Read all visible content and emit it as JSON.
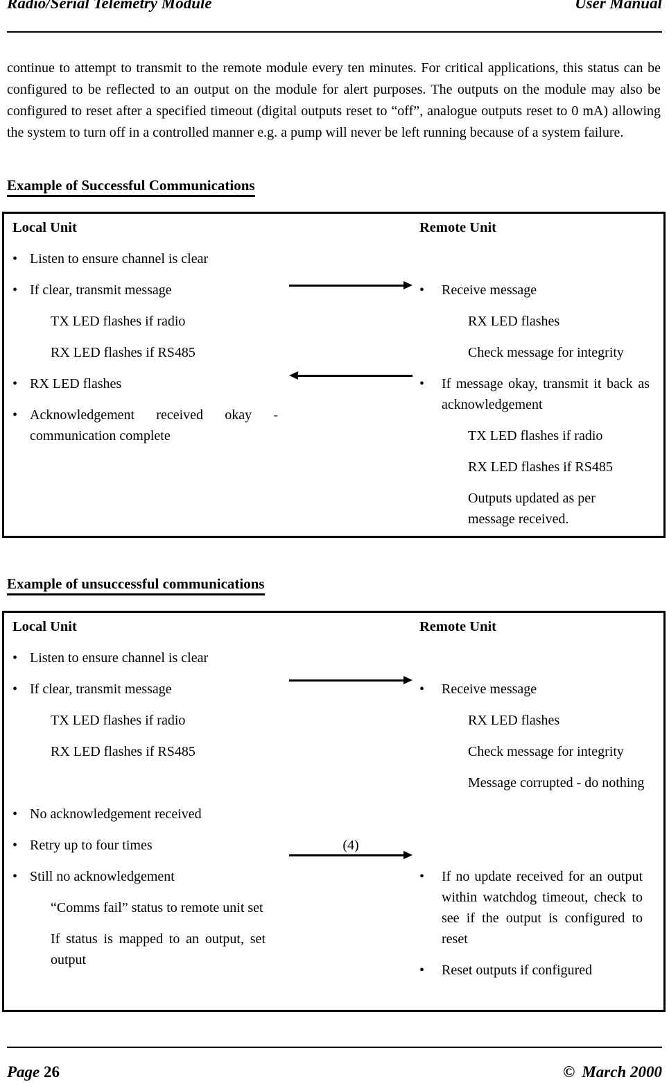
{
  "header": {
    "title": "Radio/Serial Telemetry Module",
    "doc_type": "User Manual"
  },
  "intro": "continue to attempt to transmit to the remote module every ten minutes.  For critical applications, this status can be configured to be reflected to an output on the module for alert purposes.  The outputs on the module may also be configured to reset after a specified timeout (digital outputs reset to “off”, analogue outputs reset to 0 mA)  allowing the system to turn off in a controlled manner e.g.  a pump will never be left running because of a system failure.",
  "successful": {
    "heading": "Example of Successful Communications",
    "local_title": "Local Unit",
    "remote_title": "Remote Unit",
    "local": {
      "listen": "Listen to ensure channel is clear",
      "transmit": "If clear, transmit message",
      "tx_led": "TX  LED flashes if radio",
      "rx_led_485": "RX LED flashes if RS485",
      "rx_led": "RX LED flashes",
      "ack": "Acknowledgement received okay - communication complete"
    },
    "remote": {
      "receive": "Receive message",
      "rx_led": "RX LED flashes",
      "check": "Check message for integrity",
      "if_okay": "If message okay, transmit it back as acknowledgement",
      "tx_led": "TX LED flashes if radio",
      "rx_led_485": "RX LED flashes if RS485",
      "outputs": "Outputs updated as per message received."
    }
  },
  "unsuccessful": {
    "heading": "Example of unsuccessful communications",
    "local_title": "Local Unit",
    "remote_title": "Remote Unit",
    "retry_count": "(4)",
    "local": {
      "listen": "Listen to ensure channel is clear",
      "transmit": "If clear, transmit message",
      "tx_led": "TX LED flashes if radio",
      "rx_led_485": "RX LED flashes if RS485",
      "no_ack": "No acknowledgement received",
      "retry": "Retry up to four times",
      "still_no_ack": "Still no acknowledgement",
      "comms_fail": "“Comms fail” status to remote unit set",
      "if_status": "If status is mapped to an output, set output"
    },
    "remote": {
      "receive": "Receive message",
      "rx_led": "RX LED flashes",
      "check": "Check message for integrity",
      "corrupted": "Message corrupted - do nothing",
      "if_no_update": "If no update received for an output within watchdog timeout, check to see if the output is configured to reset",
      "reset": "Reset outputs if configured"
    }
  },
  "footer": {
    "page_label": "Page",
    "page_number": "26",
    "copyright_symbol": "©",
    "date": "March 2000"
  }
}
